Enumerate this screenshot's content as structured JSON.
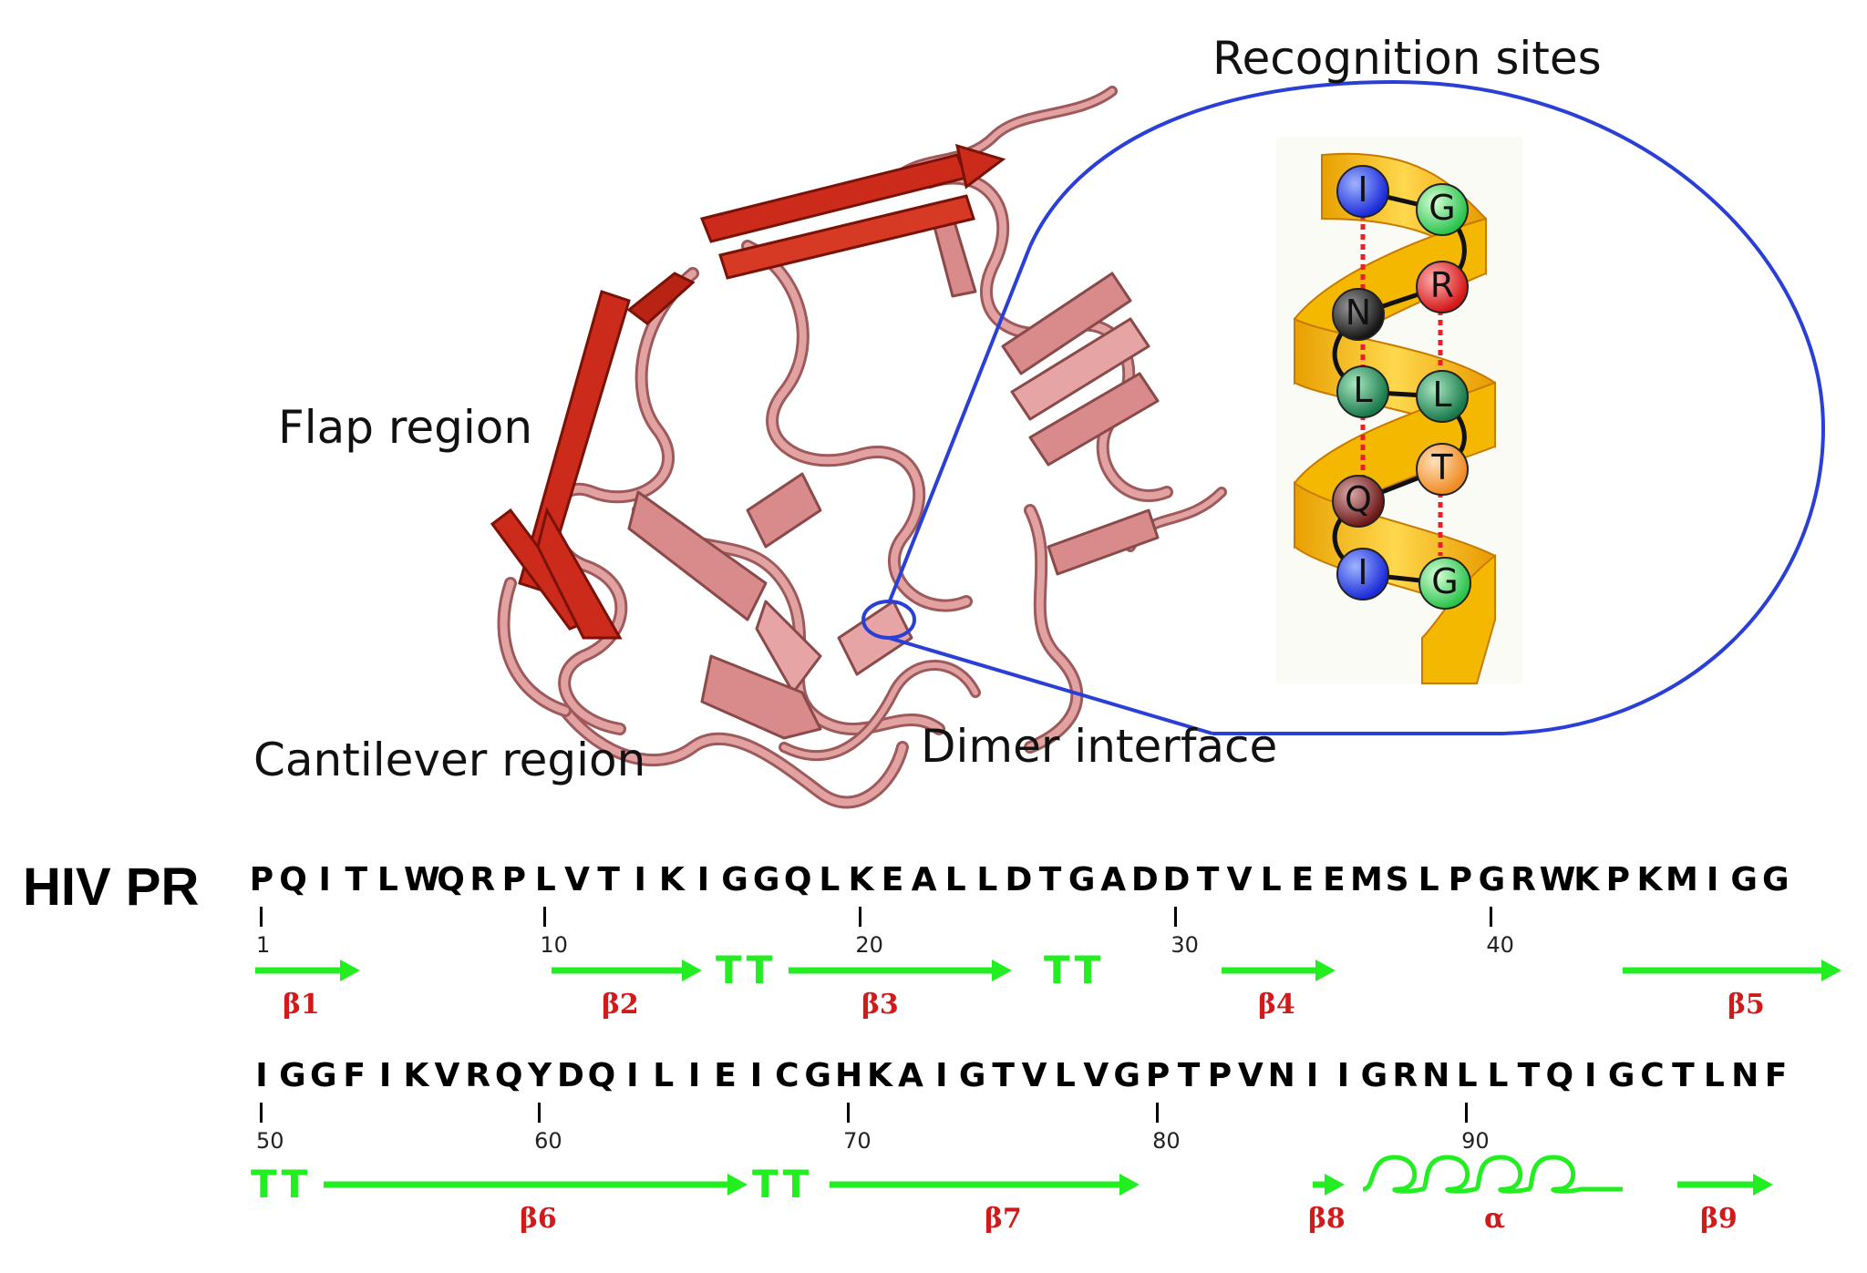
{
  "labels": {
    "recognition_sites": "Recognition sites",
    "flap_region": "Flap region",
    "cantilever_region": "Cantilever region",
    "dimer_interface": "Dimer interface",
    "sequence_name": "HIV PR"
  },
  "helix_residues": [
    "I",
    "G",
    "R",
    "N",
    "L",
    "L",
    "T",
    "Q",
    "I",
    "G"
  ],
  "sequence": {
    "row1": "PQITLWQRPLVTIKIGGQLKEALLDTGADDTVLEEMSLPGRWKPKMIGG",
    "row2": "IGGFIKVRQYDQILIEICGHKAIGTVLVGPTPVNIIGRNLLTQIGCTLNF",
    "row1_numbers": [
      "1",
      "10",
      "20",
      "30",
      "40"
    ],
    "row2_numbers": [
      "50",
      "60",
      "70",
      "80",
      "90"
    ]
  },
  "secondary_structure": {
    "strands": [
      "β1",
      "β2",
      "β3",
      "β4",
      "β5",
      "β6",
      "β7",
      "β8",
      "β9"
    ],
    "helix": "α",
    "turn": "TT"
  },
  "colors": {
    "ribbon_flap": "#cc2a1a",
    "ribbon_body": "#d98a8a",
    "zoom_outline": "#2a3fd6",
    "helix_ribbon": "#f5b800",
    "ss_arrow": "#22ee22",
    "ss_label": "#d11b1b"
  }
}
